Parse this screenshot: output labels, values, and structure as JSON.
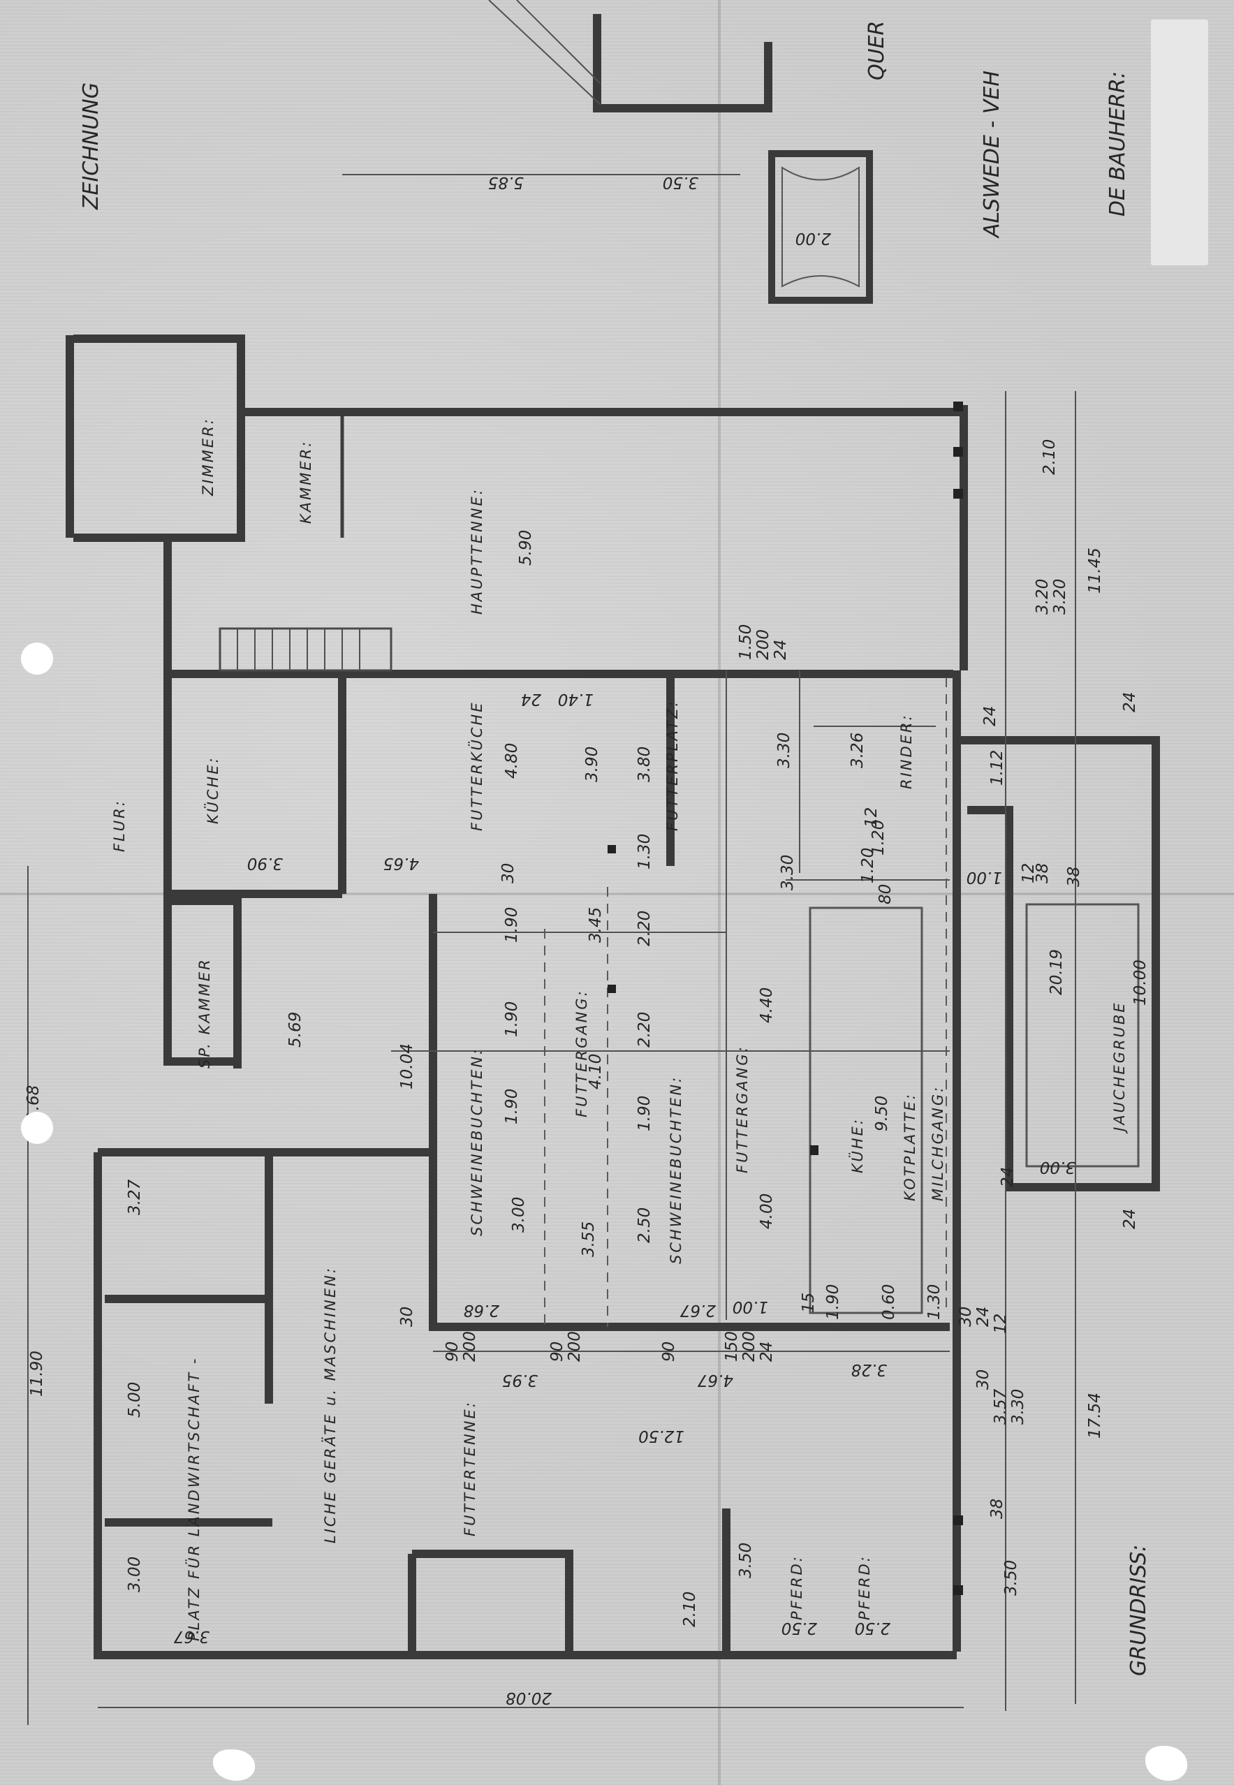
{
  "sheet": {
    "title_cut": "ZEICHNUNG",
    "section_cut": "QUER",
    "location": "ALSWEDE - VEH",
    "owner": "DE BAUHERR:",
    "plan_title": "GRUNDRISS:",
    "redaction_color": "#e7e7e7"
  },
  "rooms": {
    "zimmer": "ZIMMER:",
    "kammer": "KAMMER:",
    "flur": "FLUR:",
    "kueche": "KÜCHE:",
    "sp_kammer": "SP. KAMMER",
    "hauptenne": "HAUPTTENNE:",
    "futterkueche": "FUTTERKÜCHE",
    "futterplatz": "FUTTERPLATZ:",
    "rinder": "RINDER:",
    "schweinebuchten_1": "SCHWEINEBUCHTEN:",
    "schweinebuchten_2": "SCHWEINEBUCHTEN:",
    "futtergang_1": "FUTTERGANG:",
    "futtergang_2": "FUTTERGANG:",
    "kuehe": "KÜHE:",
    "kotplatte": "KOTPLATTE:",
    "milchgang": "MILCHGANG:",
    "jauchegrube": "JAUCHEGRUBE",
    "pferd_1": "PFERD:",
    "pferd_2": "PFERD:",
    "futtertenne": "FUTTERTENNE:",
    "geraete": "LICHE GERÄTE u. MASCHINEN:",
    "landwirtschaft": "PLATZ FÜR LANDWIRTSCHAFT -"
  },
  "dims": {
    "d_585": "5.85",
    "d_350_top": "3.50",
    "d_200_top": "2.00",
    "d_590": "5.90",
    "d_480": "4.80",
    "d_390_fp": "3.90",
    "d_380": "3.80",
    "d_390_k": "3.90",
    "d_465": "4.65",
    "d_330": "3.30",
    "d_326": "3.26",
    "d_330b": "3.30",
    "d_569": "5.69",
    "d_1004": "10.04",
    "d_345": "3.45",
    "d_130": "1.30",
    "d_220a": "2.20",
    "d_190a": "1.90",
    "d_190b": "1.90",
    "d_190c": "1.90",
    "d_220b": "2.20",
    "d_410": "4.10",
    "d_440": "4.40",
    "d_950": "9.50",
    "d_2019": "20.19",
    "d_1000": "10.00",
    "d_300a": "3.00",
    "d_355": "3.55",
    "d_250": "2.50",
    "d_190d": "1.90",
    "d_400": "4.00",
    "d_327": "3.27",
    "d_500": "5.00",
    "d_300b": "3.00",
    "d_367": "3.67",
    "d_1250": "12.50",
    "d_395": "3.95",
    "d_467": "4.67",
    "d_328": "3.28",
    "d_210": "2.10",
    "d_350b": "3.50",
    "d_250p1": "2.50",
    "d_250p2": "2.50",
    "d_1190": "11.90",
    "d_168": "1.68",
    "d_2008": "20.08",
    "d_1754": "17.54",
    "d_357": "3.57",
    "d_330c": "3.30",
    "d_350c": "3.50",
    "d_1145": "11.45",
    "d_320a": "3.20",
    "d_320b": "3.20",
    "d_210r": "2.10",
    "d_24a": "24",
    "d_24b": "24",
    "d_24c": "24",
    "d_24d": "24",
    "d_38": "38",
    "d_300c": "3.00",
    "d_150": "1.50",
    "d_200s": "200",
    "d_24s": "24",
    "d_140": "1.40",
    "d_24f": "24",
    "d_30": "30",
    "d_100a": "1.00",
    "d_120a": "1.20",
    "d_112": "1.12",
    "d_12a": "12",
    "d_38b": "38",
    "d_12b": "12",
    "d_120b": "1.20",
    "d_80": "80",
    "d_268": "2.68",
    "d_267": "2.67",
    "d_100b": "1.00",
    "d_30b": "30",
    "d_90a": "90",
    "d_200a": "200",
    "d_90b": "90",
    "d_200b": "200",
    "d_90c": "90",
    "d_150b": "150",
    "d_200c": "200",
    "d_24g": "24",
    "d_30c": "30",
    "d_24h": "24",
    "d_12c": "12",
    "d_30d": "30",
    "d_38c": "38",
    "d_190e": "1.90",
    "d_060": "0.60",
    "d_130b": "1.30",
    "d_15": "15"
  }
}
